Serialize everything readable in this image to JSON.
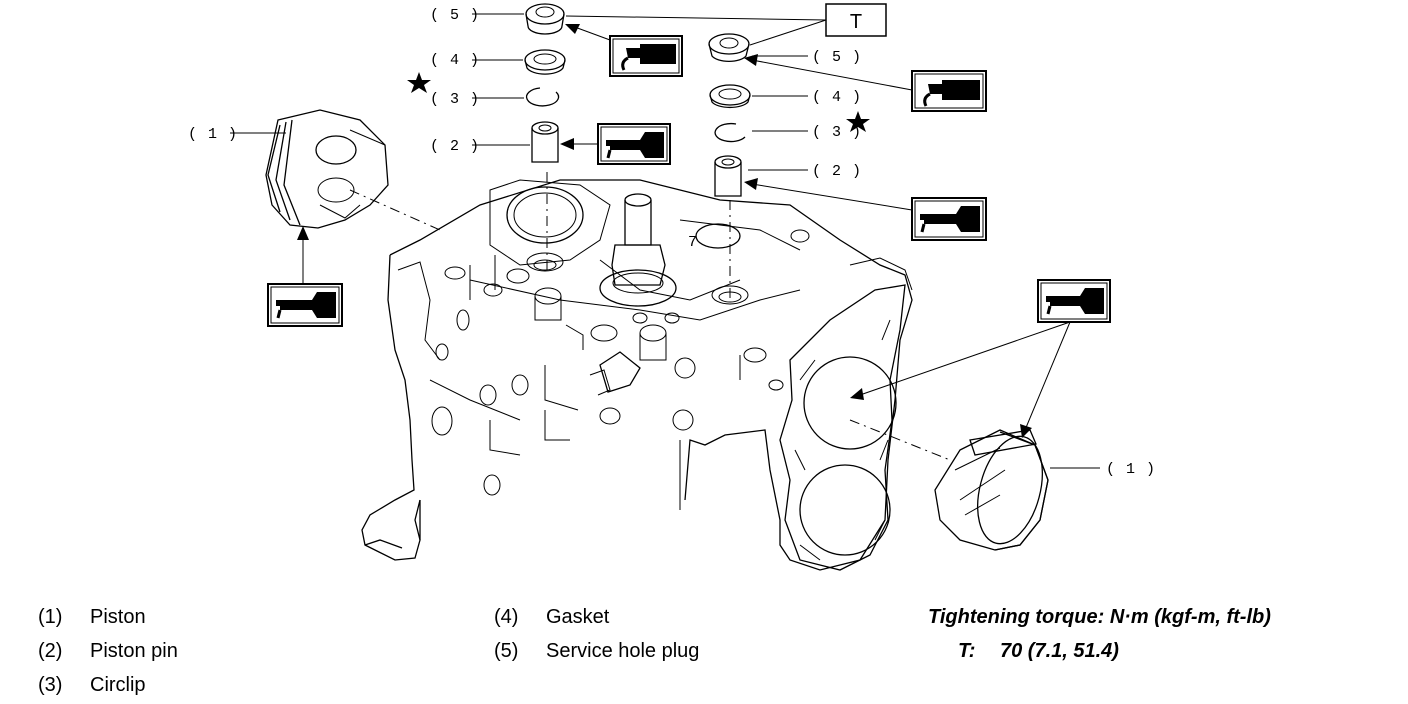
{
  "callouts": {
    "piston": "( 1 )",
    "pin": "( 2 )",
    "circlip": "( 3 )",
    "gasket": "( 4 )",
    "plug": "( 5 )",
    "torque_box": "T"
  },
  "legend_left": [
    {
      "num": "(1)",
      "text": "Piston"
    },
    {
      "num": "(2)",
      "text": "Piston pin"
    },
    {
      "num": "(3)",
      "text": "Circlip"
    }
  ],
  "legend_mid": [
    {
      "num": "(4)",
      "text": "Gasket"
    },
    {
      "num": "(5)",
      "text": "Service hole plug"
    }
  ],
  "torque": {
    "heading": "Tightening torque: N·m (kgf-m, ft-lb)",
    "key": "T:",
    "value": "70 (7.1, 51.4)"
  },
  "icons": [
    "grease-application-icon",
    "oil-application-icon",
    "replace-part-star-icon"
  ]
}
